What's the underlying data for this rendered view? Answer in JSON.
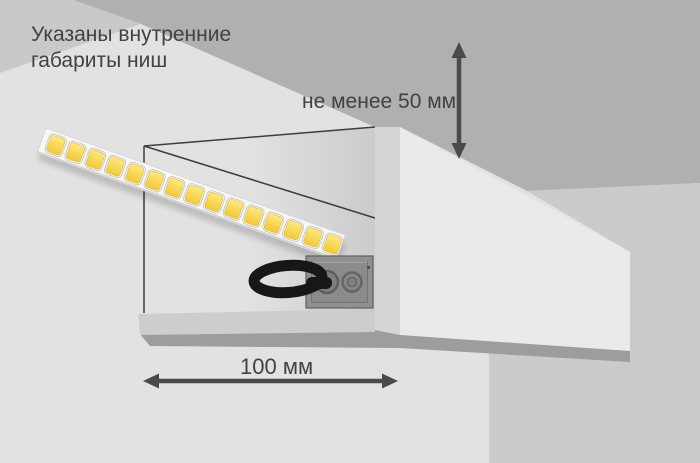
{
  "title": {
    "line1": "Указаны внутренние",
    "line2": "габариты ниш"
  },
  "dimensions": {
    "height_label": "не менее 50 мм",
    "width_label": "100 мм"
  },
  "scene": {
    "colors": {
      "back_wall": "#e2e2e2",
      "ceiling": "#b0b0b0",
      "left_wall": "#c9c9c9",
      "right_wall": "#cbcbcb",
      "box_front": "#eaeaea",
      "box_side_column": "#d6d6d6",
      "ledge": "#cdcdcd",
      "shadow": "#9d9d9d",
      "outline": "#3d3d3d",
      "arrow": "#4a4a4a",
      "text": "#424242",
      "strip_body": "#f7f7f5",
      "strip_edge": "#d8d8d8",
      "cable": "#171717",
      "psu_plate": "#909090",
      "psu_plate_inner": "#8b8b8b",
      "psu_border": "#606060",
      "gland_ring": "#5e5e5e",
      "led_yellow_top": "#ffe87e",
      "led_yellow_bottom": "#f2c935"
    },
    "led_strip": {
      "led_count": 15
    },
    "psu": {
      "gland_count": 2
    }
  }
}
